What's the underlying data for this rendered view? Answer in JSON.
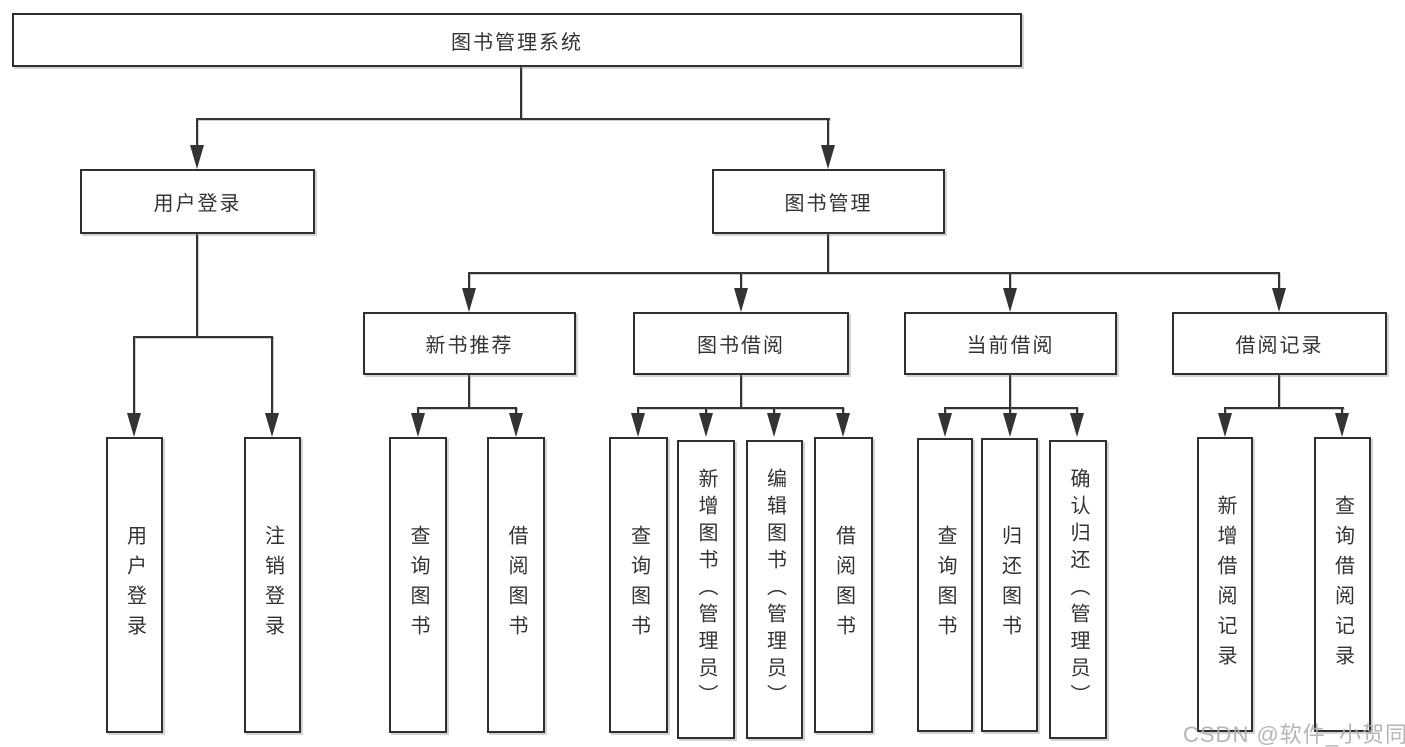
{
  "diagram": {
    "root_label": "图书管理系统",
    "level2": [
      {
        "label": "用户登录"
      },
      {
        "label": "图书管理"
      }
    ],
    "level3": [
      {
        "label": "新书推荐"
      },
      {
        "label": "图书借阅"
      },
      {
        "label": "当前借阅"
      },
      {
        "label": "借阅记录"
      }
    ],
    "leaves": {
      "user_login": [
        "用户登录",
        "注销登录"
      ],
      "new_book": [
        "查询图书",
        "借阅图书"
      ],
      "book_borrow": [
        "查询图书",
        "新增图书（管理员）",
        "编辑图书（管理员）",
        "借阅图书"
      ],
      "current_borrow": [
        "查询图书",
        "归还图书",
        "确认归还（管理员）"
      ],
      "borrow_records": [
        "新增借阅记录",
        "查询借阅记录"
      ]
    }
  },
  "watermark": "CSDN @软件_小贺同学",
  "colors": {
    "line": "#333333",
    "box_border": "#2f2f2f",
    "box_fill": "#ffffff",
    "text": "#333333",
    "watermark": "#b0b0b0",
    "background": "#ffffff"
  }
}
